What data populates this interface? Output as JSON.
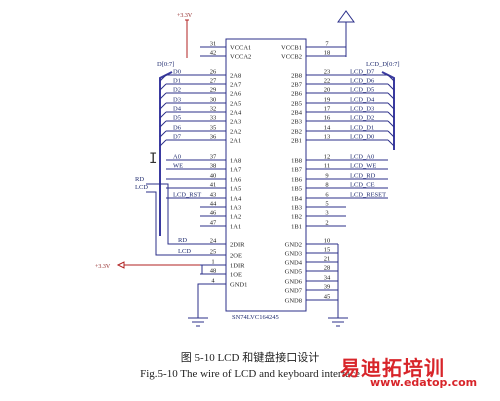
{
  "chip": {
    "part_number": "SN74LVC164245",
    "left_pins": [
      {
        "num": "31",
        "name": "VCCA1"
      },
      {
        "num": "42",
        "name": "VCCA2"
      },
      {
        "num": "26",
        "name": "2A8"
      },
      {
        "num": "27",
        "name": "2A7"
      },
      {
        "num": "29",
        "name": "2A6"
      },
      {
        "num": "30",
        "name": "2A5"
      },
      {
        "num": "32",
        "name": "2A4"
      },
      {
        "num": "33",
        "name": "2A3"
      },
      {
        "num": "35",
        "name": "2A2"
      },
      {
        "num": "36",
        "name": "2A1"
      },
      {
        "num": "37",
        "name": "1A8"
      },
      {
        "num": "38",
        "name": "1A7"
      },
      {
        "num": "40",
        "name": "1A6"
      },
      {
        "num": "41",
        "name": "1A5"
      },
      {
        "num": "43",
        "name": "1A4"
      },
      {
        "num": "44",
        "name": "1A3"
      },
      {
        "num": "46",
        "name": "1A2"
      },
      {
        "num": "47",
        "name": "1A1"
      },
      {
        "num": "24",
        "name": "2DIR"
      },
      {
        "num": "25",
        "name": "2OE"
      },
      {
        "num": "1",
        "name": "1DIR"
      },
      {
        "num": "48",
        "name": "1OE"
      },
      {
        "num": "4",
        "name": "GND1"
      }
    ],
    "right_pins": [
      {
        "num": "7",
        "name": "VCCB1"
      },
      {
        "num": "18",
        "name": "VCCB2"
      },
      {
        "num": "23",
        "name": "2B8"
      },
      {
        "num": "22",
        "name": "2B7"
      },
      {
        "num": "20",
        "name": "2B6"
      },
      {
        "num": "19",
        "name": "2B5"
      },
      {
        "num": "17",
        "name": "2B4"
      },
      {
        "num": "16",
        "name": "2B3"
      },
      {
        "num": "14",
        "name": "2B2"
      },
      {
        "num": "13",
        "name": "2B1"
      },
      {
        "num": "12",
        "name": "1B8"
      },
      {
        "num": "11",
        "name": "1B7"
      },
      {
        "num": "9",
        "name": "1B6"
      },
      {
        "num": "8",
        "name": "1B5"
      },
      {
        "num": "6",
        "name": "1B4"
      },
      {
        "num": "5",
        "name": "1B3"
      },
      {
        "num": "3",
        "name": "1B2"
      },
      {
        "num": "2",
        "name": "1B1"
      },
      {
        "num": "10",
        "name": "GND2"
      },
      {
        "num": "15",
        "name": "GND3"
      },
      {
        "num": "21",
        "name": "GND4"
      },
      {
        "num": "28",
        "name": "GND5"
      },
      {
        "num": "34",
        "name": "GND6"
      },
      {
        "num": "39",
        "name": "GND7"
      },
      {
        "num": "45",
        "name": "GND8"
      }
    ]
  },
  "left_signals": {
    "bus_label": "D[0:7]",
    "data": [
      "D0",
      "D1",
      "D2",
      "D3",
      "D4",
      "D5",
      "D6",
      "D7"
    ],
    "control": [
      "A0",
      "WE",
      "",
      "",
      "LCD_RST"
    ],
    "rd": "RD",
    "lcd": "LCD",
    "rd2": "RD",
    "lcd2": "LCD"
  },
  "right_signals": {
    "bus_label": "LCD_D[0:7]",
    "data": [
      "LCD_D7",
      "LCD_D6",
      "LCD_D5",
      "LCD_D4",
      "LCD_D3",
      "LCD_D2",
      "LCD_D1",
      "LCD_D0"
    ],
    "data_order_note": "",
    "control": [
      "LCD_A0",
      "LCD_WE",
      "LCD_RD",
      "LCD_CE",
      "LCD_RESET"
    ]
  },
  "power": {
    "top_label": "+3.3V",
    "left_label": "+3.3V"
  },
  "caption": {
    "chinese": "图 5-10 LCD 和键盘接口设计",
    "english": "Fig.5-10 The wire of LCD and keyboard interface"
  },
  "watermark": {
    "chinese": "易迪拓培训",
    "url": "www.edatop.com"
  },
  "colors": {
    "wire": "#2b2f8a",
    "power": "#b02020",
    "watermark": "#d8252a"
  }
}
